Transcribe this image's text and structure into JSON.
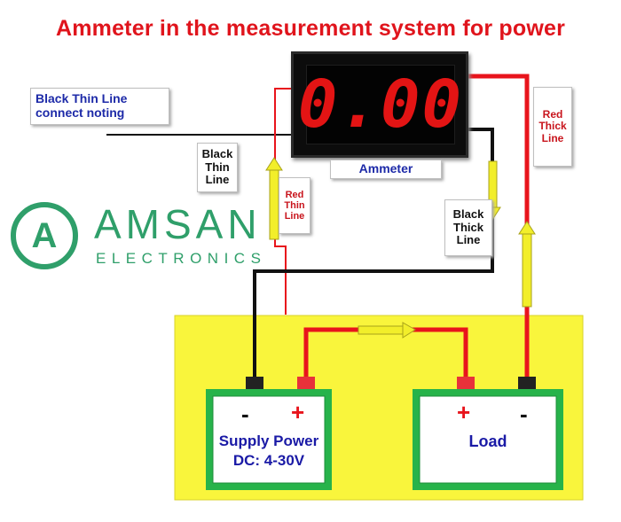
{
  "title": "Ammeter in the measurement system for power",
  "display": {
    "reading": "0.00"
  },
  "labels": {
    "black_thin_line_note": "Black Thin Line connect  noting",
    "black_thin_line": "Black Thin Line",
    "red_thin_line": "Red Thin Line",
    "ammeter": "Ammeter",
    "red_thick_line": "Red Thick Line",
    "black_thick_line": "Black Thick Line"
  },
  "supply": {
    "minus": "-",
    "plus": "+",
    "line1": "Supply Power",
    "line2": "DC: 4-30V"
  },
  "load": {
    "plus": "+",
    "minus": "-",
    "label": "Load"
  },
  "brand": {
    "logo_letter": "A",
    "name": "AMSAN",
    "sub": "ELECTRONICS"
  },
  "colors": {
    "title": "#e0141c",
    "red_wire": "#e8141c",
    "black_wire": "#111111",
    "arrow": "#f2ee2a",
    "board": "#f9f53c",
    "box_border": "#27b34a",
    "display_digits": "#e31414",
    "brand": "#2f9f6a"
  }
}
